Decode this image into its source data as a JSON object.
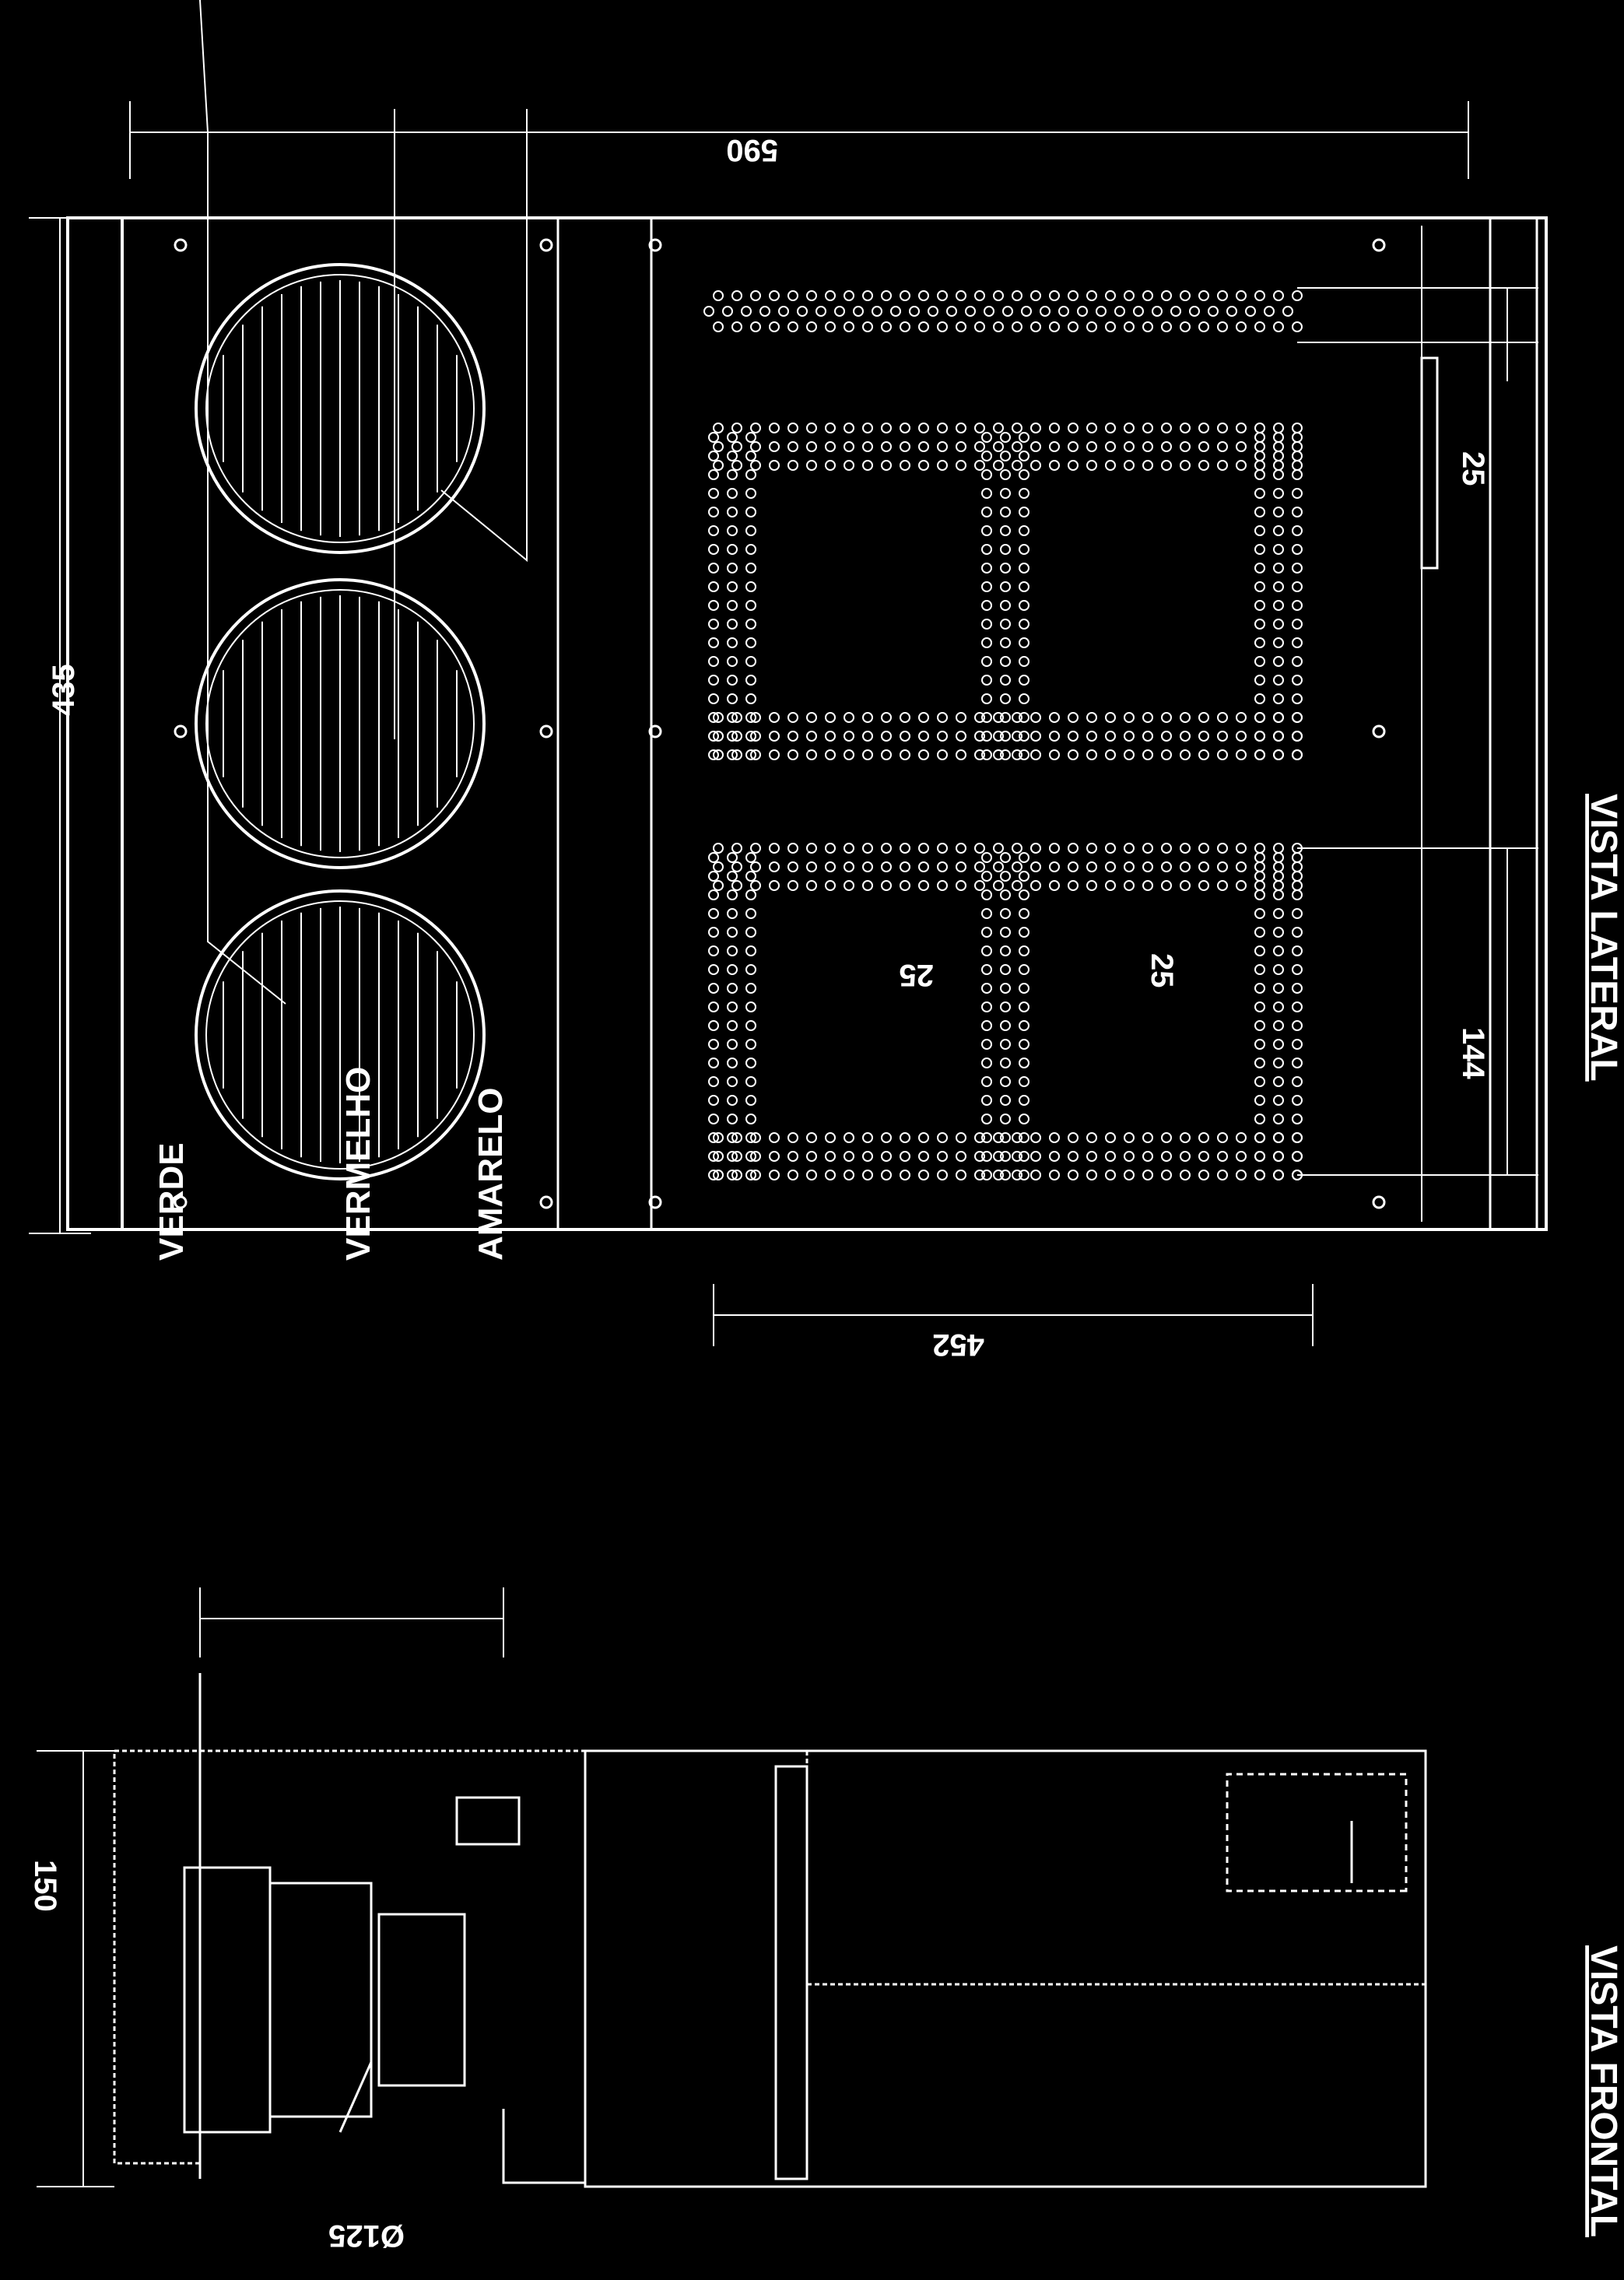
{
  "labels": {
    "view_front": "VISTA FRONTAL",
    "view_side": "VISTA LATERAL",
    "lamp_green": "VERDE",
    "lamp_red": "VERMELHO",
    "lamp_yellow": "AMARELO"
  },
  "dimensions": {
    "total_width": "590",
    "total_height": "435",
    "display_width": "452",
    "digit_height": "144",
    "bar_pitch": "25",
    "dot_spacing_h": "25",
    "dot_spacing_v": "25",
    "depth": "150",
    "lamp_diameter": "Ø125"
  },
  "colors": {
    "background": "#000000",
    "line": "#ffffff"
  }
}
